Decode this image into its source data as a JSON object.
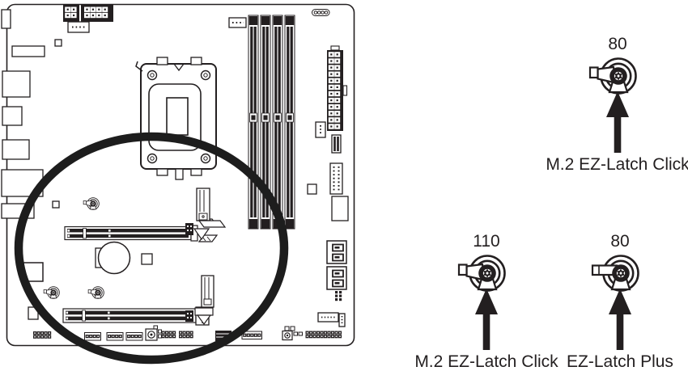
{
  "colors": {
    "line": "#231f20",
    "background": "#ffffff",
    "highlight_oval": "#1d1d1d"
  },
  "icons": {
    "m2_ez_latch_click": "cam-latch-with-angled-lever",
    "ez_latch_plus": "cam-latch-with-bar-lever",
    "arrow_up": "thick-solid-up-arrow"
  },
  "callouts": [
    {
      "value": "80",
      "label": "M.2 EZ-Latch Click",
      "icon": "m2_ez_latch_click"
    },
    {
      "value": "110",
      "label": "M.2 EZ-Latch Click",
      "icon": "m2_ez_latch_click"
    },
    {
      "value": "80",
      "label": "EZ-Latch Plus",
      "icon": "ez_latch_plus"
    }
  ]
}
